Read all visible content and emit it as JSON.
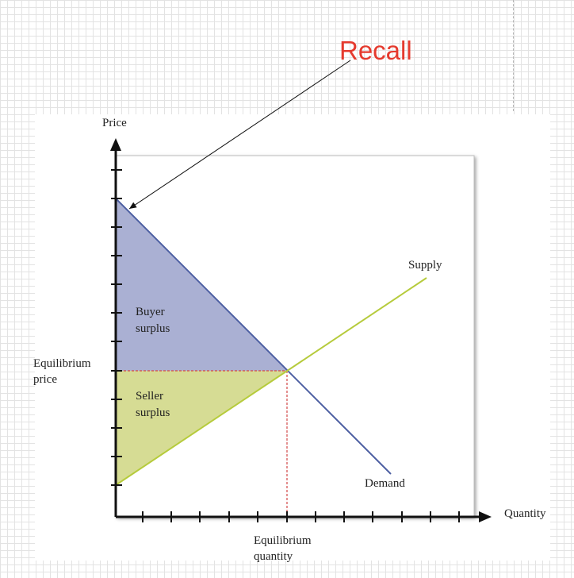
{
  "annotation": {
    "text": "Recall",
    "color": "#e53a2e"
  },
  "axes": {
    "y_label": "Price",
    "x_label": "Quantity"
  },
  "curves": {
    "supply": "Supply",
    "demand": "Demand"
  },
  "regions": {
    "buyer_line1": "Buyer",
    "buyer_line2": "surplus",
    "seller_line1": "Seller",
    "seller_line2": "surplus"
  },
  "equilibrium": {
    "price_line1": "Equilibrium",
    "price_line2": "price",
    "quantity_line1": "Equilibrium",
    "quantity_line2": "quantity"
  },
  "colors": {
    "buyer_fill": "#aab0d3",
    "seller_fill": "#d6dc94",
    "demand_line": "#4d5fa2",
    "supply_line": "#b6cb3c",
    "guide": "#d24848"
  }
}
